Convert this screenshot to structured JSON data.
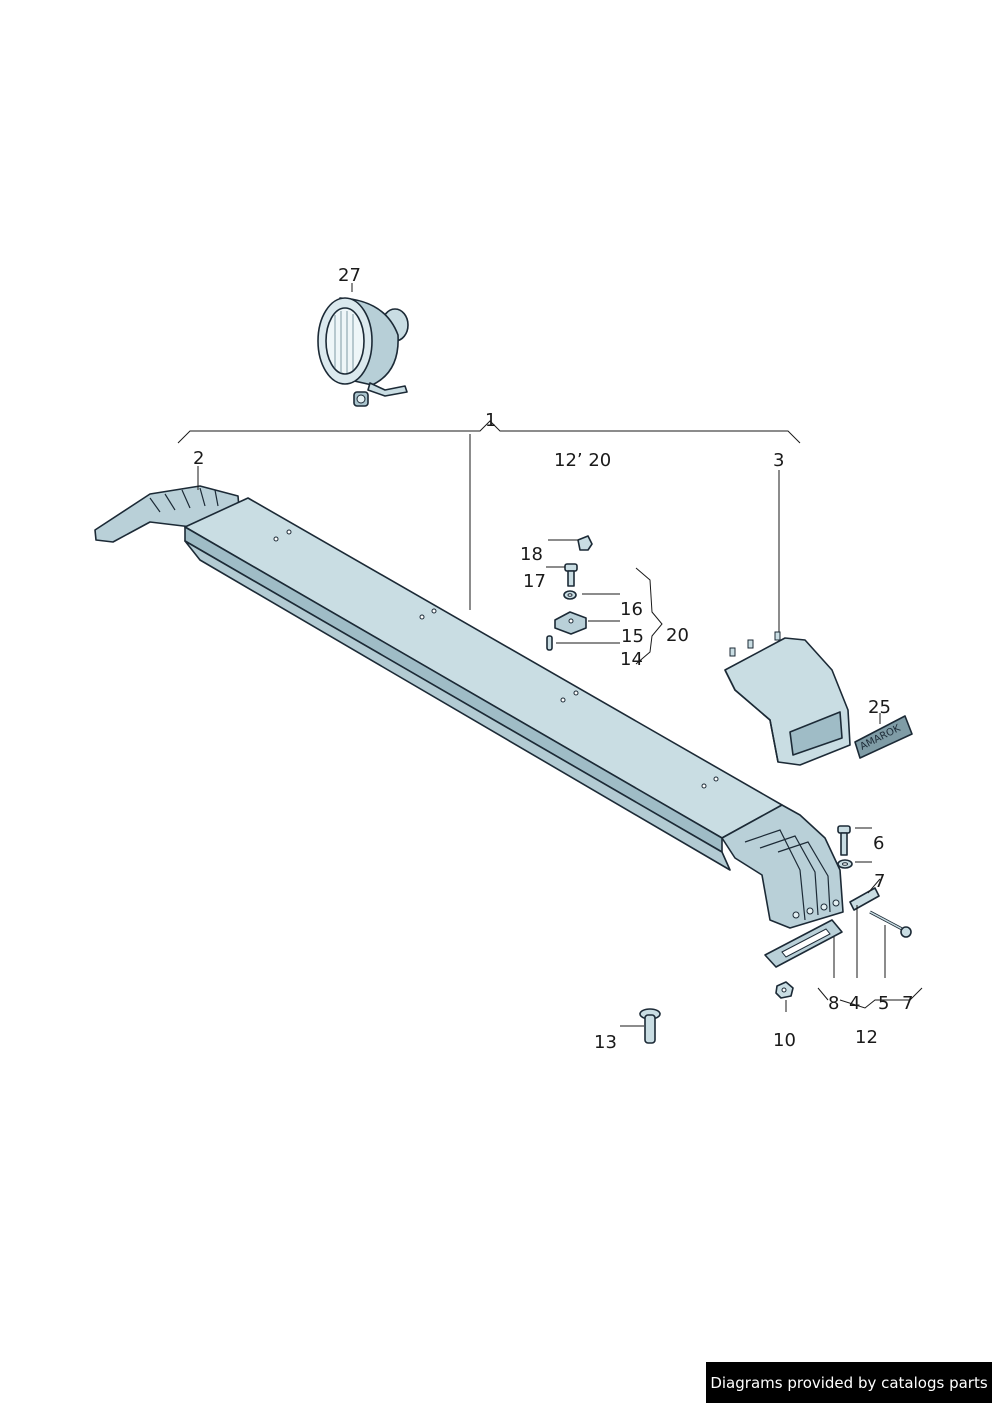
{
  "labels": {
    "l1": "1",
    "l2": "2",
    "l3": "3",
    "l4": "4",
    "l5": "5",
    "l6": "6",
    "l7a": "7",
    "l7b": "7",
    "l8": "8",
    "l10": "10",
    "l12": "12",
    "l12_20": "12’ 20",
    "l13": "13",
    "l14": "14",
    "l15": "15",
    "l16": "16",
    "l17": "17",
    "l18": "18",
    "l20": "20",
    "l25": "25",
    "l27": "27"
  },
  "emblem_text": "AMAROK",
  "credit": "Diagrams provided by catalogs parts",
  "colors": {
    "part_fill": "#c9dde3",
    "part_light": "#e4f0f3",
    "part_dark": "#8fb0bb",
    "outline": "#1c2a36"
  },
  "icons": [
    "work-lamp-icon",
    "roof-rail-icon",
    "end-cap-icon",
    "emblem-icon",
    "bolt-icon",
    "washer-icon",
    "nut-icon",
    "rivet-icon",
    "gasket-icon",
    "pin-icon"
  ]
}
